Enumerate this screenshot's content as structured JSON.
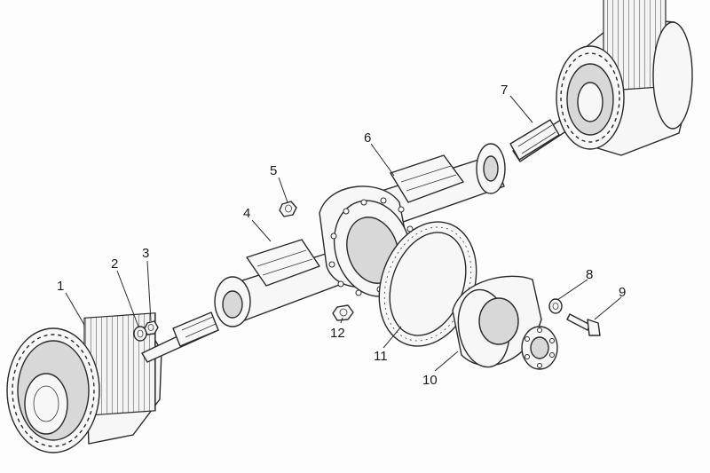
{
  "callouts": [
    {
      "id": "1",
      "label": "1"
    },
    {
      "id": "2",
      "label": "2"
    },
    {
      "id": "3",
      "label": "3"
    },
    {
      "id": "4",
      "label": "4"
    },
    {
      "id": "5",
      "label": "5"
    },
    {
      "id": "6",
      "label": "6"
    },
    {
      "id": "7",
      "label": "7"
    },
    {
      "id": "8",
      "label": "8"
    },
    {
      "id": "9",
      "label": "9"
    },
    {
      "id": "10",
      "label": "10"
    },
    {
      "id": "11",
      "label": "11"
    },
    {
      "id": "12",
      "label": "12"
    }
  ],
  "colors": {
    "ink": "#2a2a2a",
    "paper": "#fdfdfd"
  }
}
